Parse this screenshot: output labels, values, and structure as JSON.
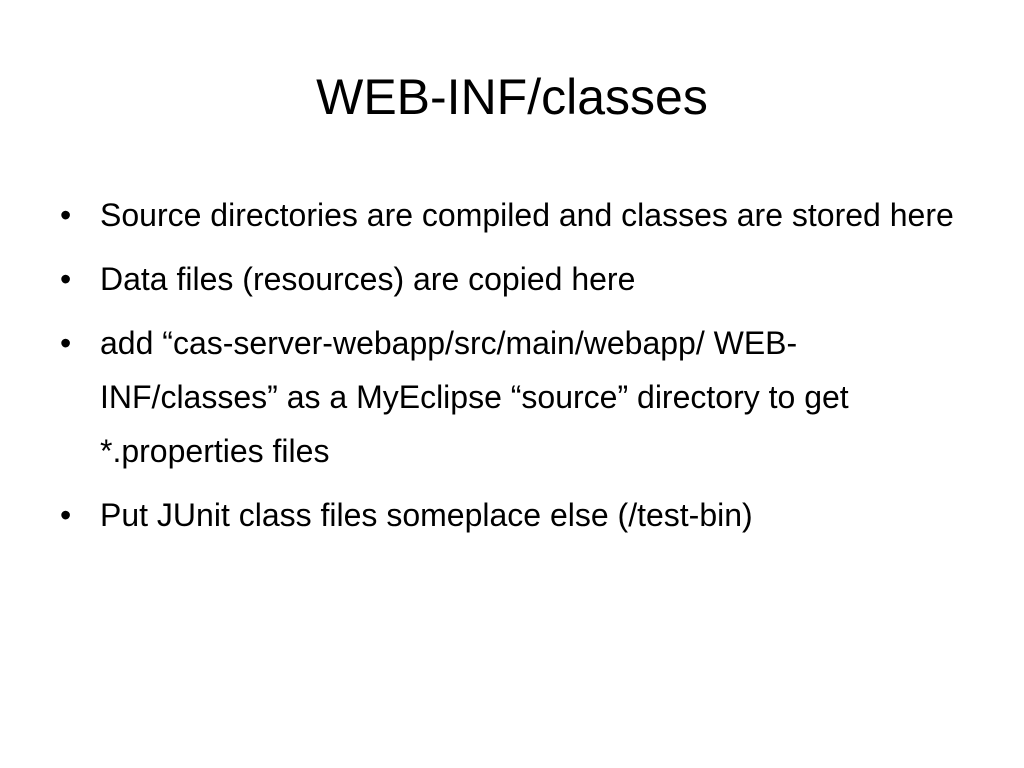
{
  "slide": {
    "title": "WEB-INF/classes",
    "bullet_glyph": "•",
    "bullets": [
      "Source directories are compiled and classes are stored here",
      "Data files (resources) are copied here",
      "add “cas-server-webapp/src/main/webapp/ WEB-INF/classes” as a MyEclipse “source” directory to get *.properties files",
      "Put JUnit class files someplace else (/test-bin)"
    ]
  }
}
